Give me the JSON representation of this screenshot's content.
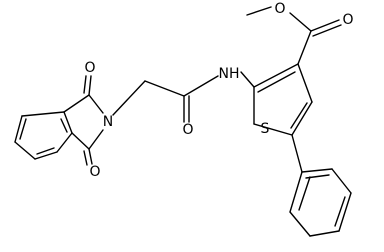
{
  "labels": {
    "n_imide": "N",
    "nh": "NH",
    "s": "S",
    "o_imide_top": "O",
    "o_imide_bottom": "O",
    "o_amide": "O",
    "o_ester_carbonyl": "O",
    "o_ester_ether": "O"
  },
  "colors": {
    "bond": "#000000",
    "label": "#000000",
    "background": "#ffffff"
  }
}
